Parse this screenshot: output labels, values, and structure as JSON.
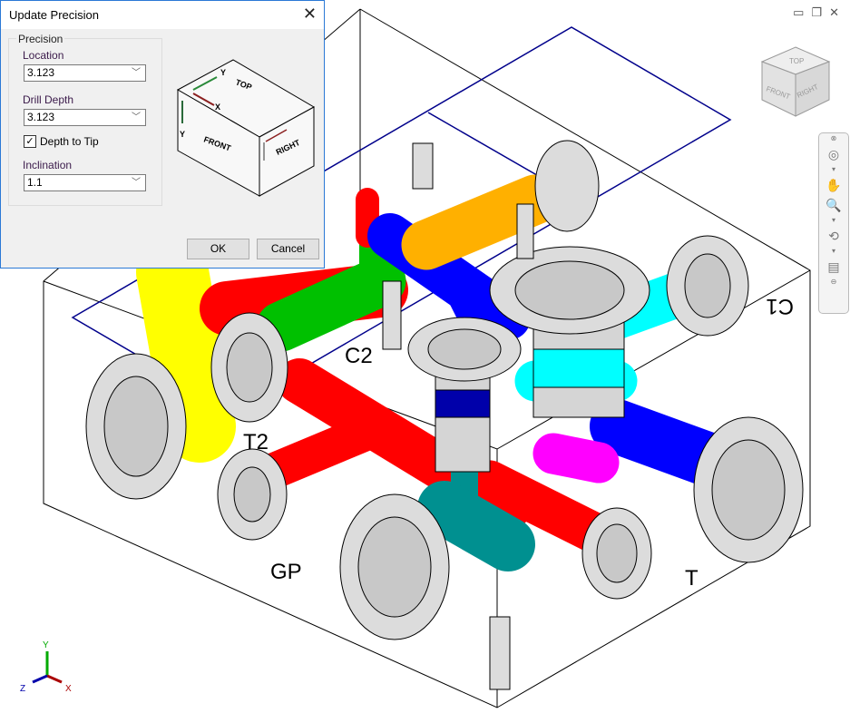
{
  "dialog": {
    "title": "Update Precision",
    "group_label": "Precision",
    "location_label": "Location",
    "location_value": "3.123",
    "drill_depth_label": "Drill Depth",
    "drill_depth_value": "3.123",
    "depth_to_tip_label": "Depth to Tip",
    "depth_to_tip_checked": true,
    "inclination_label": "Inclination",
    "inclination_value": "1.1",
    "ok_label": "OK",
    "cancel_label": "Cancel",
    "preview": {
      "top": "TOP",
      "front": "FRONT",
      "right": "RIGHT",
      "x": "X",
      "y": "Y"
    }
  },
  "viewcube": {
    "top": "TOP",
    "front": "FRONT",
    "right": "RIGHT"
  },
  "ports": {
    "t2": "T2",
    "c2": "C2",
    "gp": "GP",
    "t": "T",
    "c1": "C1"
  },
  "triad": {
    "x": "X",
    "y": "Y",
    "z": "Z"
  },
  "colors": {
    "accent": "#2b79d6",
    "red": "#ff0000",
    "green": "#00c000",
    "blue": "#0000ff",
    "yellow": "#ffff00",
    "orange": "#ffb000",
    "cyan": "#00ffff",
    "magenta": "#ff00ff",
    "teal": "#009090"
  }
}
